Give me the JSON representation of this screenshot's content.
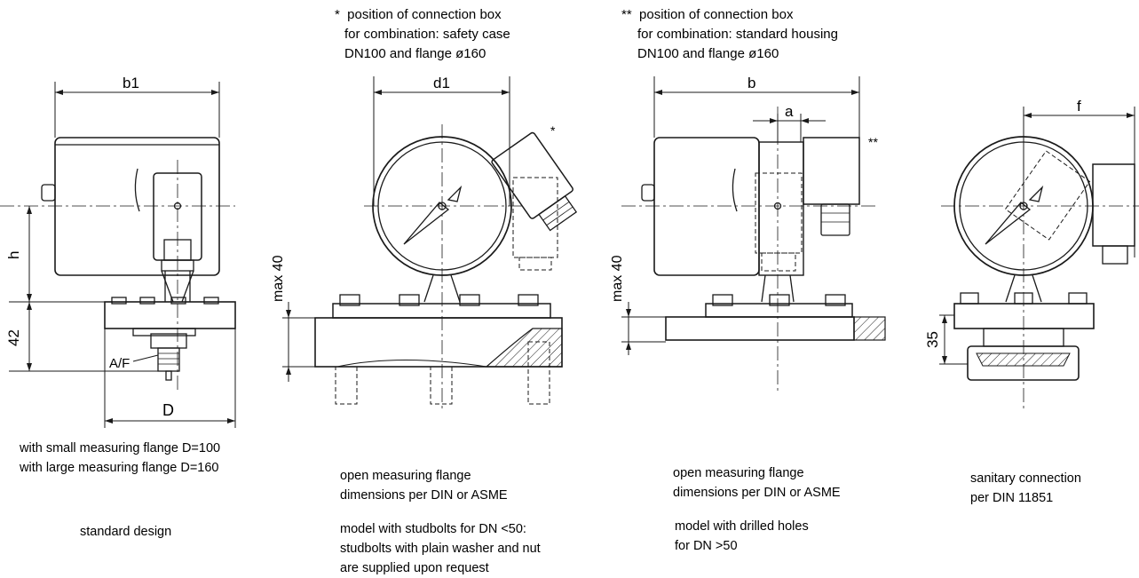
{
  "notes": {
    "safety_case": {
      "line1": "*  position of connection box",
      "line2": "for combination: safety case",
      "line3": "DN100 and flange ø160"
    },
    "standard_housing": {
      "line1": "**  position of connection box",
      "line2": "for combination: standard housing",
      "line3": "DN100 and flange ø160"
    }
  },
  "markers": {
    "single": "*",
    "double": "**"
  },
  "dimensions": {
    "b1": "b1",
    "h": "h",
    "d42": "42",
    "af": "A/F",
    "D": "D",
    "d1": "d1",
    "max40a": "max  40",
    "b": "b",
    "a": "a",
    "max40b": "max  40",
    "f": "f",
    "d35": "35"
  },
  "captions": {
    "standard": {
      "line1": "with small measuring flange D=100",
      "line2": "with large measuring flange D=160",
      "line3": "standard design"
    },
    "open_flange_studbolts": {
      "line1": "open measuring flange",
      "line2": "dimensions per DIN or ASME",
      "line3": "model with studbolts for DN <50:",
      "line4": "studbolts with plain washer and nut",
      "line5": "are supplied upon request"
    },
    "open_flange_drilled": {
      "line1": "open measuring flange",
      "line2": "dimensions per DIN or ASME",
      "line3": "model with drilled holes",
      "line4": "for DN >50"
    },
    "sanitary": {
      "line1": "sanitary connection",
      "line2": "per DIN 11851"
    }
  }
}
